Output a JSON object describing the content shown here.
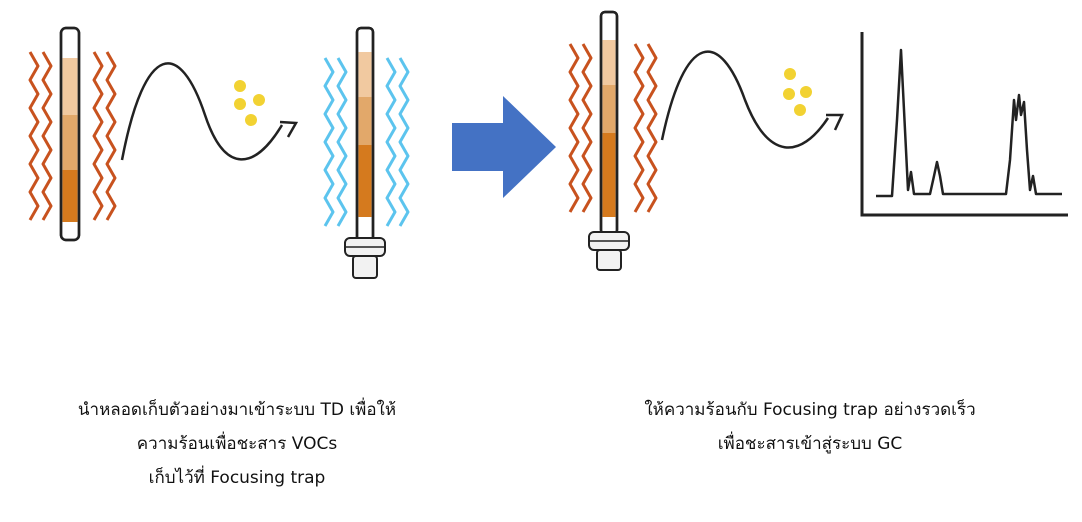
{
  "captions": {
    "left": {
      "line1": "นำหลอดเก็บตัวอย่างมาเข้าระบบ TD เพื่อให้",
      "line2": "ความร้อนเพื่อชะสาร VOCs",
      "line3": "เก็บไว้ที่ Focusing trap"
    },
    "right": {
      "line1": "ให้ความร้อนกับ Focusing trap อย่างรวดเร็ว",
      "line2": "เพื่อชะสารเข้าสู่ระบบ GC"
    }
  },
  "colors": {
    "heat_wave": "#c8521e",
    "cool_wave": "#5cc4ee",
    "arrow_fill": "#4472c4",
    "molecule": "#f2d232",
    "tube_dark": "#d57a1e",
    "tube_mid": "#e2a86a",
    "tube_light": "#f1c9a0",
    "line": "#222222"
  },
  "icons": {
    "process_arrow": "right-block-arrow-icon",
    "heat": "heat-wave-icon",
    "cool": "cool-wave-icon",
    "molecules": "molecule-dots-icon"
  }
}
